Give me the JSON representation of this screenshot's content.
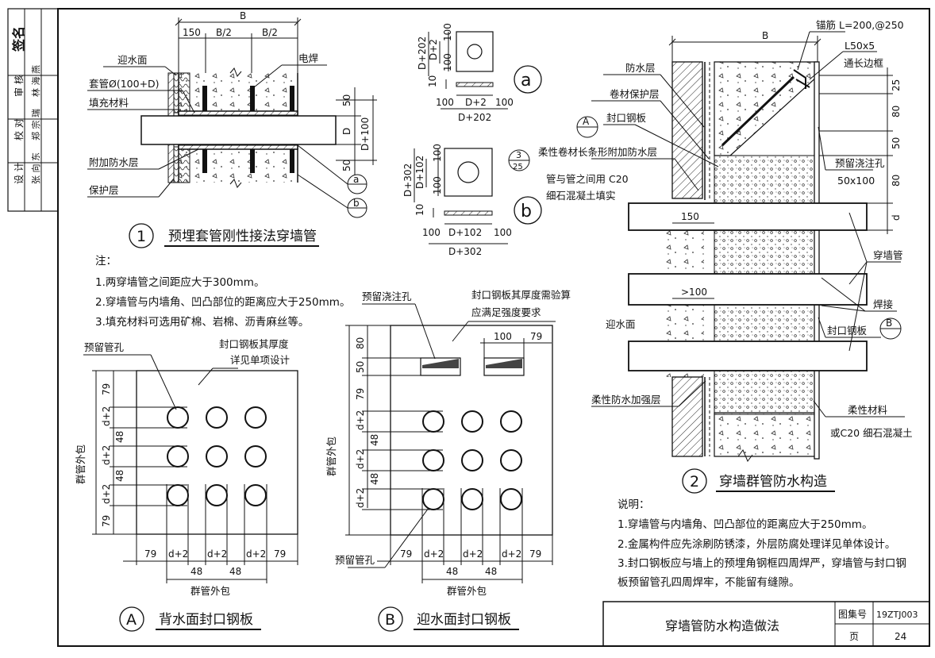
{
  "sidebar": {
    "stamp_text": "签名",
    "rows": [
      [
        "审",
        "核"
      ],
      [
        "校",
        "对"
      ],
      [
        "设",
        "计"
      ]
    ],
    "names": [
      "林 海 燕",
      "郑 宗 瑞",
      "张 向 东"
    ]
  },
  "fig1": {
    "number": "1",
    "title": "预埋套管刚性接法穿墙管",
    "labels": {
      "upstream_face": "迎水面",
      "sleeve": "套管Ø(100+D)",
      "filling": "填充材料",
      "extra_waterproof": "附加防水层",
      "protect": "保护层",
      "weld": "电焊"
    },
    "dims": {
      "B": "B",
      "d150": "150",
      "half1": "B/2",
      "half2": "B/2",
      "d50a": "50",
      "D": "D",
      "d50b": "50",
      "Dp100": "D+100",
      "ref_a": "a",
      "ref_b": "b"
    }
  },
  "detail_a": {
    "ref": "a",
    "dims": [
      "D+202",
      "D+2",
      "100",
      "100",
      "10",
      "100",
      "D+2",
      "100",
      "D+202"
    ]
  },
  "detail_b": {
    "ref": "b",
    "dims": [
      "D+302",
      "D+102",
      "100",
      "100",
      "10",
      "100",
      "D+102",
      "100",
      "D+302"
    ]
  },
  "notes1": {
    "head": "注：",
    "items": [
      "1.两穿墙管之间距应大于300mm。",
      "2.穿墙管与内墙角、凹凸部位的距离应大于250mm。",
      "3.填充材料可选用矿棉、岩棉、沥青麻丝等。"
    ]
  },
  "figA": {
    "letter": "A",
    "title": "背水面封口钢板",
    "labels": {
      "pipe_hole": "预留管孔",
      "plate_note_1": "封口钢板其厚度",
      "plate_note_2": "详见单项设计",
      "group_outer": "群管外包"
    },
    "dims_v": [
      "79",
      "d+2",
      "48",
      "d+2",
      "48",
      "d+2",
      "79"
    ],
    "dims_h": [
      "79",
      "d+2",
      "48",
      "d+2",
      "48",
      "d+2",
      "79"
    ]
  },
  "figB": {
    "letter": "B",
    "title": "迎水面封口钢板",
    "labels": {
      "pour_hole": "预留浇注孔",
      "plate_note_1": "封口钢板其厚度需验算",
      "plate_note_2": "应满足强度要求",
      "pipe_hole": "预留管孔",
      "group_outer": "群管外包"
    },
    "dims_v": [
      "80",
      "50",
      "79",
      "d+2",
      "48",
      "d+2",
      "48",
      "d+2"
    ],
    "dims_h": [
      "79",
      "d+2",
      "48",
      "d+2",
      "48",
      "d+2",
      "79"
    ],
    "dims_top": [
      "100",
      "79"
    ]
  },
  "fig2": {
    "number": "2",
    "title": "穿墙群管防水构造",
    "labels": {
      "anchor": "锚筋 L=200,@250",
      "angle": "L50x5",
      "frame": "通长边框",
      "waterproof": "防水层",
      "membrane_protect": "卷材保护层",
      "seal_plate": "封口钢板",
      "strip": "柔性卷材长条形附加防水层",
      "fill_1": "管与管之间用 C20",
      "fill_2": "细石混凝土填实",
      "pour_hole_1": "预留浇注孔",
      "pour_hole_2": "50x100",
      "through_pipe": "穿墙管",
      "weld": "焊接",
      "upstream": "迎水面",
      "seal_plate_2": "封口钢板",
      "flex_strength": "柔性防水加强层",
      "flex_mat_1": "柔性材料",
      "flex_mat_2": "或C20 细石混凝土",
      "ref_A": "A",
      "ref_B": "B",
      "ref_num": "3",
      "ref_den": "25"
    },
    "dims": {
      "B": "B",
      "d150": "150",
      "gt100": ">100",
      "v25": "25",
      "v80a": "80",
      "v50": "50",
      "v80b": "80",
      "vd": "d"
    }
  },
  "notes2": {
    "head": "说明：",
    "items": [
      "1.穿墙管与内墙角、凹凸部位的距离应大于250mm。",
      "2.金属构件应先涂刷防锈漆，外层防腐处理详见单体设计。",
      "3.封口钢板应与墙上的预埋角钢框四周焊严，穿墙管与封口钢",
      "板预留管孔四周焊牢，不能留有缝隙。"
    ]
  },
  "title_block": {
    "title": "穿墙管防水构造做法",
    "atlas_label": "图集号",
    "atlas_no": "19ZTJ003",
    "page_label": "页",
    "page_no": "24"
  }
}
